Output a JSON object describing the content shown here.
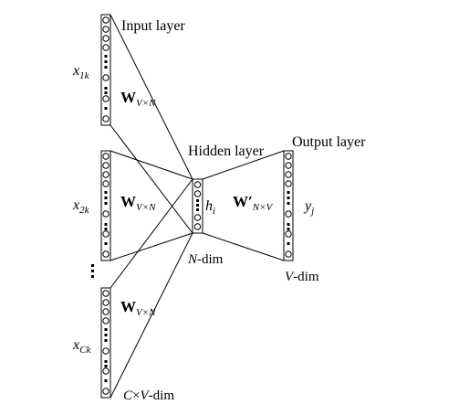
{
  "labels": {
    "input_layer": "Input layer",
    "hidden_layer": "Hidden layer",
    "output_layer": "Output layer",
    "x1k": {
      "base": "x",
      "sub": "1k"
    },
    "x2k": {
      "base": "x",
      "sub": "2k"
    },
    "xCk": {
      "base": "x",
      "sub": "Ck"
    },
    "hi": {
      "base": "h",
      "sub": "i"
    },
    "yj": {
      "base": "y",
      "sub": "j"
    },
    "W1": {
      "base": "W",
      "sub": "V×N"
    },
    "W2": {
      "base": "W",
      "sub": "V×N"
    },
    "W3": {
      "base": "W",
      "sub": "V×N"
    },
    "Wprime": {
      "base": "W′",
      "sub": "N×V"
    },
    "n_dim": {
      "italic": "N",
      "rest": "-dim"
    },
    "v_dim": {
      "italic": "V",
      "rest": "-dim"
    },
    "cv_dim": {
      "italic1": "C",
      "times": "×",
      "italic2": "V",
      "rest": "-dim"
    }
  },
  "colors": {
    "stroke": "#000000",
    "background": "#ffffff"
  }
}
